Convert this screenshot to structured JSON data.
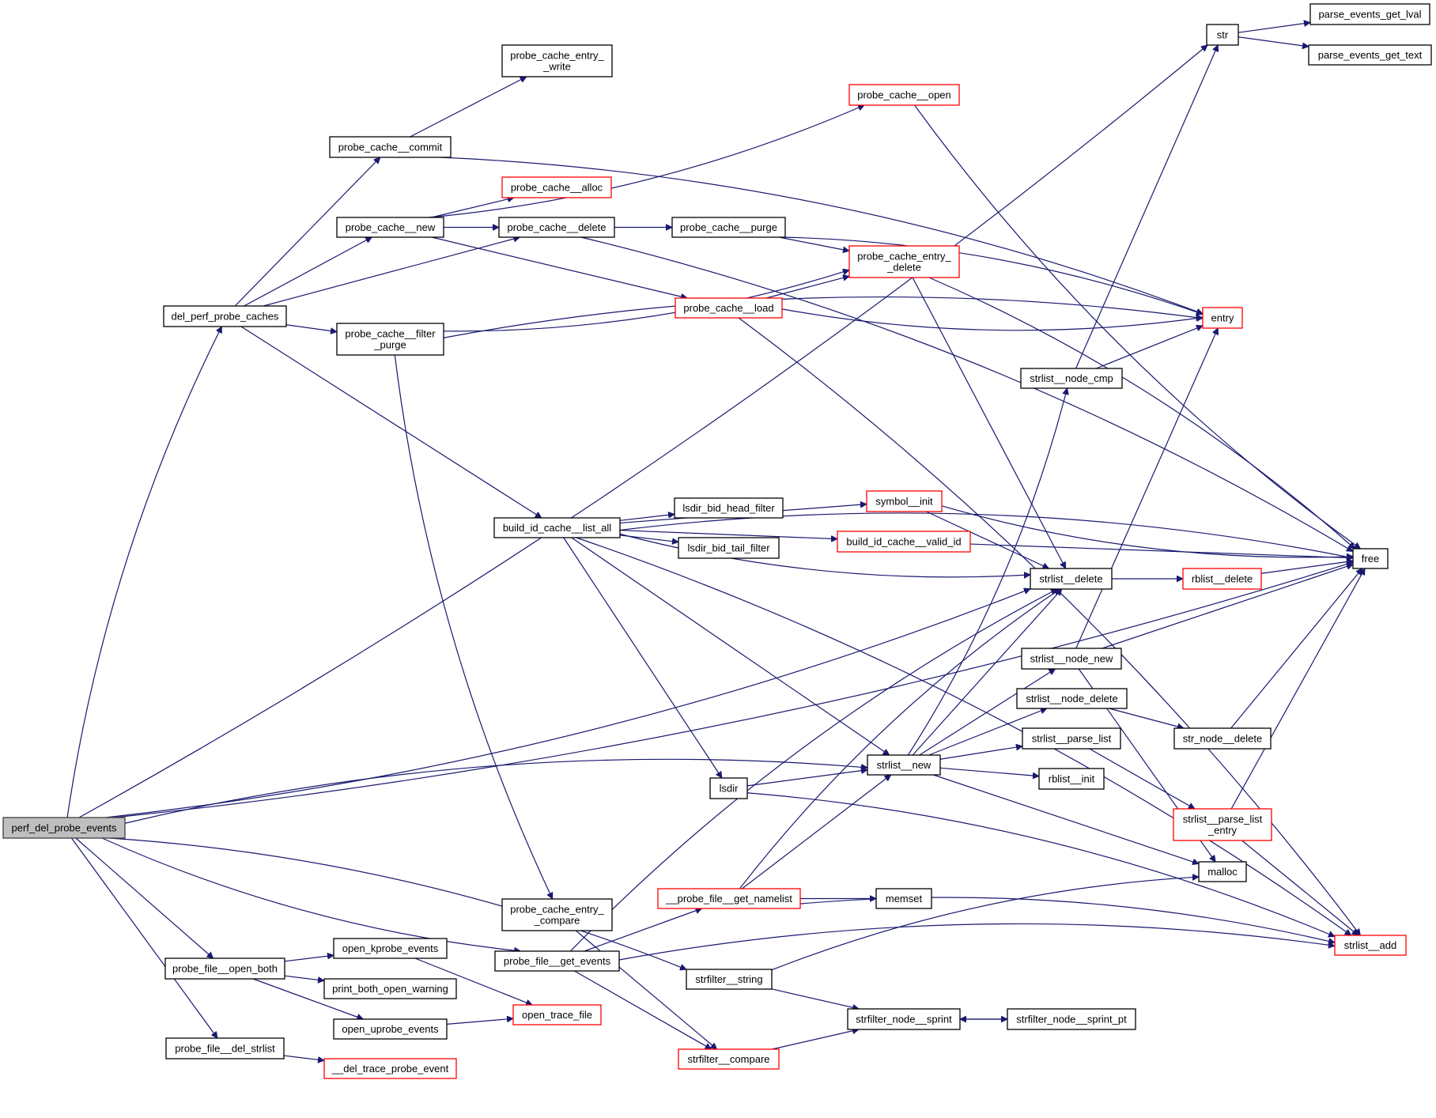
{
  "title": "perf_del_probe_events call graph",
  "colors": {
    "edge": "#191970",
    "node_border": "#000000",
    "truncated_border": "#ff0000",
    "root_fill": "#bfbfbf"
  },
  "nodes": [
    {
      "id": "perf_del_probe_events",
      "label": [
        "perf_del_probe_events"
      ],
      "kind": "root"
    },
    {
      "id": "del_perf_probe_caches",
      "label": [
        "del_perf_probe_caches"
      ],
      "kind": "normal"
    },
    {
      "id": "probe_cache__commit",
      "label": [
        "probe_cache__commit"
      ],
      "kind": "normal"
    },
    {
      "id": "probe_cache__new",
      "label": [
        "probe_cache__new"
      ],
      "kind": "normal"
    },
    {
      "id": "probe_cache__filter_purge",
      "label": [
        "probe_cache__filter",
        "_purge"
      ],
      "kind": "normal"
    },
    {
      "id": "probe_cache_entry__write",
      "label": [
        "probe_cache_entry_",
        "_write"
      ],
      "kind": "normal"
    },
    {
      "id": "probe_cache__open",
      "label": [
        "probe_cache__open"
      ],
      "kind": "truncated"
    },
    {
      "id": "probe_cache__alloc",
      "label": [
        "probe_cache__alloc"
      ],
      "kind": "truncated"
    },
    {
      "id": "probe_cache__delete",
      "label": [
        "probe_cache__delete"
      ],
      "kind": "normal"
    },
    {
      "id": "probe_cache__purge",
      "label": [
        "probe_cache__purge"
      ],
      "kind": "normal"
    },
    {
      "id": "probe_cache_entry__delete",
      "label": [
        "probe_cache_entry_",
        "_delete"
      ],
      "kind": "truncated"
    },
    {
      "id": "probe_cache__load",
      "label": [
        "probe_cache__load"
      ],
      "kind": "truncated"
    },
    {
      "id": "str",
      "label": [
        "str"
      ],
      "kind": "normal"
    },
    {
      "id": "parse_events_get_lval",
      "label": [
        "parse_events_get_lval"
      ],
      "kind": "normal"
    },
    {
      "id": "parse_events_get_text",
      "label": [
        "parse_events_get_text"
      ],
      "kind": "normal"
    },
    {
      "id": "entry",
      "label": [
        "entry"
      ],
      "kind": "truncated"
    },
    {
      "id": "strlist__node_cmp",
      "label": [
        "strlist__node_cmp"
      ],
      "kind": "normal"
    },
    {
      "id": "build_id_cache__list_all",
      "label": [
        "build_id_cache__list_all"
      ],
      "kind": "normal"
    },
    {
      "id": "lsdir_bid_head_filter",
      "label": [
        "lsdir_bid_head_filter"
      ],
      "kind": "normal"
    },
    {
      "id": "lsdir_bid_tail_filter",
      "label": [
        "lsdir_bid_tail_filter"
      ],
      "kind": "normal"
    },
    {
      "id": "symbol__init",
      "label": [
        "symbol__init"
      ],
      "kind": "truncated"
    },
    {
      "id": "build_id_cache__valid_id",
      "label": [
        "build_id_cache__valid_id"
      ],
      "kind": "truncated"
    },
    {
      "id": "free",
      "label": [
        "free"
      ],
      "kind": "normal"
    },
    {
      "id": "strlist__delete",
      "label": [
        "strlist__delete"
      ],
      "kind": "normal"
    },
    {
      "id": "rblist__delete",
      "label": [
        "rblist__delete"
      ],
      "kind": "truncated"
    },
    {
      "id": "strlist__node_new",
      "label": [
        "strlist__node_new"
      ],
      "kind": "normal"
    },
    {
      "id": "strlist__node_delete",
      "label": [
        "strlist__node_delete"
      ],
      "kind": "normal"
    },
    {
      "id": "strlist__new",
      "label": [
        "strlist__new"
      ],
      "kind": "normal"
    },
    {
      "id": "strlist__parse_list",
      "label": [
        "strlist__parse_list"
      ],
      "kind": "normal"
    },
    {
      "id": "str_node__delete",
      "label": [
        "str_node__delete"
      ],
      "kind": "normal"
    },
    {
      "id": "rblist__init",
      "label": [
        "rblist__init"
      ],
      "kind": "normal"
    },
    {
      "id": "lsdir",
      "label": [
        "lsdir"
      ],
      "kind": "normal"
    },
    {
      "id": "strlist__parse_list_entry",
      "label": [
        "strlist__parse_list",
        "_entry"
      ],
      "kind": "truncated"
    },
    {
      "id": "malloc",
      "label": [
        "malloc"
      ],
      "kind": "normal"
    },
    {
      "id": "__probe_file__get_namelist",
      "label": [
        "__probe_file__get_namelist"
      ],
      "kind": "truncated"
    },
    {
      "id": "memset",
      "label": [
        "memset"
      ],
      "kind": "normal"
    },
    {
      "id": "probe_cache_entry__compare",
      "label": [
        "probe_cache_entry_",
        "_compare"
      ],
      "kind": "normal"
    },
    {
      "id": "probe_file__get_events",
      "label": [
        "probe_file__get_events"
      ],
      "kind": "normal"
    },
    {
      "id": "strlist__add",
      "label": [
        "strlist__add"
      ],
      "kind": "truncated"
    },
    {
      "id": "strfilter__string",
      "label": [
        "strfilter__string"
      ],
      "kind": "normal"
    },
    {
      "id": "probe_file__open_both",
      "label": [
        "probe_file__open_both"
      ],
      "kind": "normal"
    },
    {
      "id": "open_kprobe_events",
      "label": [
        "open_kprobe_events"
      ],
      "kind": "normal"
    },
    {
      "id": "print_both_open_warning",
      "label": [
        "print_both_open_warning"
      ],
      "kind": "normal"
    },
    {
      "id": "open_uprobe_events",
      "label": [
        "open_uprobe_events"
      ],
      "kind": "normal"
    },
    {
      "id": "open_trace_file",
      "label": [
        "open_trace_file"
      ],
      "kind": "truncated"
    },
    {
      "id": "strfilter_node__sprint",
      "label": [
        "strfilter_node__sprint"
      ],
      "kind": "normal"
    },
    {
      "id": "strfilter_node__sprint_pt",
      "label": [
        "strfilter_node__sprint_pt"
      ],
      "kind": "normal"
    },
    {
      "id": "probe_file__del_strlist",
      "label": [
        "probe_file__del_strlist"
      ],
      "kind": "normal"
    },
    {
      "id": "strfilter__compare",
      "label": [
        "strfilter__compare"
      ],
      "kind": "truncated"
    },
    {
      "id": "__del_trace_probe_event",
      "label": [
        "__del_trace_probe_event"
      ],
      "kind": "truncated"
    }
  ],
  "edges": [
    [
      "perf_del_probe_events",
      "str"
    ],
    [
      "perf_del_probe_events",
      "del_perf_probe_caches"
    ],
    [
      "perf_del_probe_events",
      "strlist__delete"
    ],
    [
      "perf_del_probe_events",
      "strlist__new"
    ],
    [
      "perf_del_probe_events",
      "free"
    ],
    [
      "perf_del_probe_events",
      "strfilter__string"
    ],
    [
      "perf_del_probe_events",
      "probe_file__get_events"
    ],
    [
      "perf_del_probe_events",
      "probe_file__open_both"
    ],
    [
      "perf_del_probe_events",
      "probe_file__del_strlist"
    ],
    [
      "del_perf_probe_caches",
      "probe_cache__commit"
    ],
    [
      "del_perf_probe_caches",
      "probe_cache__new"
    ],
    [
      "del_perf_probe_caches",
      "probe_cache__delete"
    ],
    [
      "del_perf_probe_caches",
      "probe_cache__filter_purge"
    ],
    [
      "del_perf_probe_caches",
      "build_id_cache__list_all"
    ],
    [
      "probe_cache__commit",
      "probe_cache_entry__write"
    ],
    [
      "probe_cache__commit",
      "entry"
    ],
    [
      "probe_cache__new",
      "probe_cache__open"
    ],
    [
      "probe_cache__new",
      "probe_cache__alloc"
    ],
    [
      "probe_cache__new",
      "probe_cache__delete"
    ],
    [
      "probe_cache__new",
      "probe_cache__load"
    ],
    [
      "probe_cache__delete",
      "probe_cache__purge"
    ],
    [
      "probe_cache__delete",
      "free"
    ],
    [
      "probe_cache__purge",
      "probe_cache_entry__delete"
    ],
    [
      "probe_cache__purge",
      "entry"
    ],
    [
      "probe_cache__filter_purge",
      "probe_cache_entry__delete"
    ],
    [
      "probe_cache__filter_purge",
      "entry"
    ],
    [
      "probe_cache__filter_purge",
      "probe_cache_entry__compare"
    ],
    [
      "probe_cache__load",
      "probe_cache_entry__delete"
    ],
    [
      "probe_cache__load",
      "entry"
    ],
    [
      "probe_cache__load",
      "strlist__add"
    ],
    [
      "probe_cache__open",
      "free"
    ],
    [
      "probe_cache_entry__delete",
      "free"
    ],
    [
      "probe_cache_entry__delete",
      "strlist__delete"
    ],
    [
      "str",
      "parse_events_get_lval"
    ],
    [
      "str",
      "parse_events_get_text"
    ],
    [
      "strlist__node_cmp",
      "str"
    ],
    [
      "strlist__node_cmp",
      "entry"
    ],
    [
      "build_id_cache__list_all",
      "free"
    ],
    [
      "build_id_cache__list_all",
      "symbol__init"
    ],
    [
      "build_id_cache__list_all",
      "build_id_cache__valid_id"
    ],
    [
      "build_id_cache__list_all",
      "lsdir_bid_head_filter"
    ],
    [
      "build_id_cache__list_all",
      "lsdir_bid_tail_filter"
    ],
    [
      "build_id_cache__list_all",
      "strlist__delete"
    ],
    [
      "build_id_cache__list_all",
      "strlist__new"
    ],
    [
      "build_id_cache__list_all",
      "lsdir"
    ],
    [
      "build_id_cache__list_all",
      "strlist__add"
    ],
    [
      "symbol__init",
      "free"
    ],
    [
      "symbol__init",
      "strlist__delete"
    ],
    [
      "build_id_cache__valid_id",
      "free"
    ],
    [
      "strlist__delete",
      "rblist__delete"
    ],
    [
      "rblist__delete",
      "free"
    ],
    [
      "strlist__node_new",
      "entry"
    ],
    [
      "strlist__node_new",
      "free"
    ],
    [
      "strlist__node_new",
      "malloc"
    ],
    [
      "strlist__node_delete",
      "str_node__delete"
    ],
    [
      "str_node__delete",
      "free"
    ],
    [
      "strlist__new",
      "strlist__node_cmp"
    ],
    [
      "strlist__new",
      "strlist__node_new"
    ],
    [
      "strlist__new",
      "strlist__node_delete"
    ],
    [
      "strlist__new",
      "strlist__parse_list"
    ],
    [
      "strlist__new",
      "rblist__init"
    ],
    [
      "strlist__new",
      "strlist__delete"
    ],
    [
      "strlist__new",
      "malloc"
    ],
    [
      "strlist__parse_list",
      "strlist__parse_list_entry"
    ],
    [
      "strlist__parse_list_entry",
      "free"
    ],
    [
      "strlist__parse_list_entry",
      "strlist__add"
    ],
    [
      "lsdir",
      "strlist__new"
    ],
    [
      "lsdir",
      "strlist__add"
    ],
    [
      "__probe_file__get_namelist",
      "strlist__new"
    ],
    [
      "__probe_file__get_namelist",
      "strlist__delete"
    ],
    [
      "__probe_file__get_namelist",
      "memset"
    ],
    [
      "__probe_file__get_namelist",
      "strlist__add"
    ],
    [
      "probe_file__get_events",
      "__probe_file__get_namelist"
    ],
    [
      "probe_file__get_events",
      "strlist__delete"
    ],
    [
      "probe_file__get_events",
      "strfilter__compare"
    ],
    [
      "probe_file__get_events",
      "strlist__add"
    ],
    [
      "probe_cache_entry__compare",
      "strfilter__compare"
    ],
    [
      "strfilter__string",
      "malloc"
    ],
    [
      "strfilter__string",
      "strfilter_node__sprint"
    ],
    [
      "strfilter__compare",
      "strfilter_node__sprint"
    ],
    [
      "strfilter_node__sprint",
      "strfilter_node__sprint_pt"
    ],
    [
      "strfilter_node__sprint_pt",
      "strfilter_node__sprint"
    ],
    [
      "probe_file__open_both",
      "open_kprobe_events"
    ],
    [
      "probe_file__open_both",
      "print_both_open_warning"
    ],
    [
      "probe_file__open_both",
      "open_uprobe_events"
    ],
    [
      "open_kprobe_events",
      "open_trace_file"
    ],
    [
      "open_uprobe_events",
      "open_trace_file"
    ],
    [
      "probe_file__del_strlist",
      "__del_trace_probe_event"
    ]
  ]
}
